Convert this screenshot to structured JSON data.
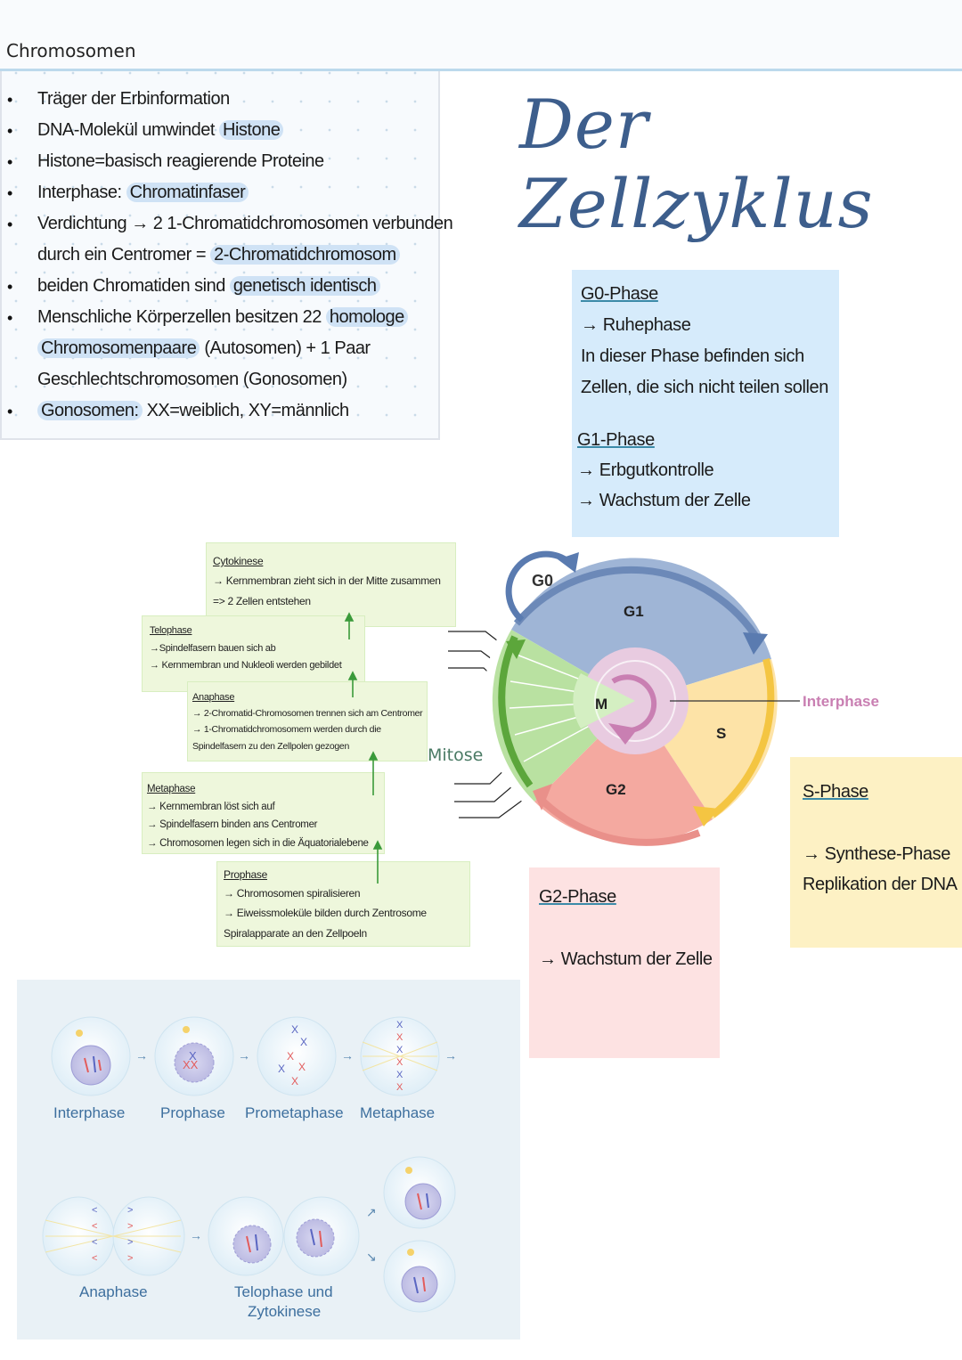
{
  "title": "Der Zellzyklus",
  "chromosomen": {
    "heading": "Chromosomen",
    "lines": [
      {
        "pre": "Träger der Erbinformation",
        "hl": "",
        "post": ""
      },
      {
        "pre": "DNA-Molekül umwindet ",
        "hl": "Histone",
        "post": ""
      },
      {
        "pre": "Histone=basisch reagierende Proteine",
        "hl": "",
        "post": ""
      },
      {
        "pre": "Interphase: ",
        "hl": "Chromatinfaser",
        "post": ""
      },
      {
        "pre": "Verdichtung → 2 1-Chromatidchromosomen verbunden",
        "hl": "",
        "post": ""
      },
      {
        "pre": "durch ein Centromer = ",
        "hl": "2-Chromatidchromosom",
        "post": ""
      },
      {
        "pre": "beiden Chromatiden sind ",
        "hl": "genetisch identisch",
        "post": ""
      },
      {
        "pre": "Menschliche Körperzellen besitzen 22 ",
        "hl": "homologe",
        "post": ""
      },
      {
        "pre": "",
        "hl": "Chromosomenpaare",
        "post": " (Autosomen) + 1 Paar"
      },
      {
        "pre": "Geschlechtschromosomen (Gonosomen)",
        "hl": "",
        "post": ""
      },
      {
        "pre": "",
        "hl": "Gonosomen:",
        "post": " XX=weiblich, XY=männlich"
      }
    ]
  },
  "g0g1": {
    "g0_title": "G0-Phase",
    "g0_line1": "→ Ruhephase",
    "g0_line2": "In dieser Phase befinden sich",
    "g0_line3": "Zellen, die sich nicht teilen sollen",
    "g1_title": "G1-Phase",
    "g1_line1": "→ Erbgutkontrolle",
    "g1_line2": "→ Wachstum der Zelle"
  },
  "sphase": {
    "title": "S-Phase",
    "line1": "→ Synthese-Phase",
    "line2": "Replikation der DNA"
  },
  "g2phase": {
    "title": "G2-Phase",
    "line1": "→ Wachstum der Zelle"
  },
  "cycle": {
    "g0": "G0",
    "g1": "G1",
    "s": "S",
    "g2": "G2",
    "m": "M",
    "interphase": "Interphase",
    "mitose": "Mitose"
  },
  "mitose_boxes": {
    "cytokinese": {
      "title": "Cytokinese",
      "l1": "→ Kernmembran zieht sich in der Mitte zusammen",
      "l2": "=> 2 Zellen entstehen"
    },
    "telophase": {
      "title": "Telophase",
      "l1": "→Spindelfasern bauen sich ab",
      "l2": "→ Kernmembran und Nukleoli werden gebildet"
    },
    "anaphase": {
      "title": "Anaphase",
      "l1": "→ 2-Chromatid-Chromosomen trennen sich am Centromer",
      "l2": "→ 1-Chromatidchromosomem werden durch die",
      "l3": "Spindelfasern zu den Zellpolen gezogen"
    },
    "metaphase": {
      "title": "Metaphase",
      "l1": "→ Kernmembran löst sich auf",
      "l2": "→ Spindelfasern binden ans Centromer",
      "l3": "→ Chromosomen legen sich in die Äquatorialebene"
    },
    "prophase": {
      "title": "Prophase",
      "l1": "→ Chromosomen spiralisieren",
      "l2": "→ Eiweissmoleküle bilden durch Zentrosome",
      "l3": "Spiralapparate an den Zellpoeln"
    }
  },
  "mitosis_figure": {
    "labels": [
      "Interphase",
      "Prophase",
      "Prometaphase",
      "Metaphase",
      "Anaphase",
      "Telophase und",
      "Zytokinese"
    ]
  },
  "colors": {
    "g1": "#9fb5d6",
    "s": "#fde3a7",
    "g2": "#f4a9a0",
    "m": "#b9e1a1",
    "interphase": "#c97fb2",
    "title": "#3d5e8c",
    "note_blue": "#d6ebfb",
    "note_yellow": "#fdf1c4",
    "note_pink": "#fde2e2",
    "note_green": "#eef7dc"
  }
}
